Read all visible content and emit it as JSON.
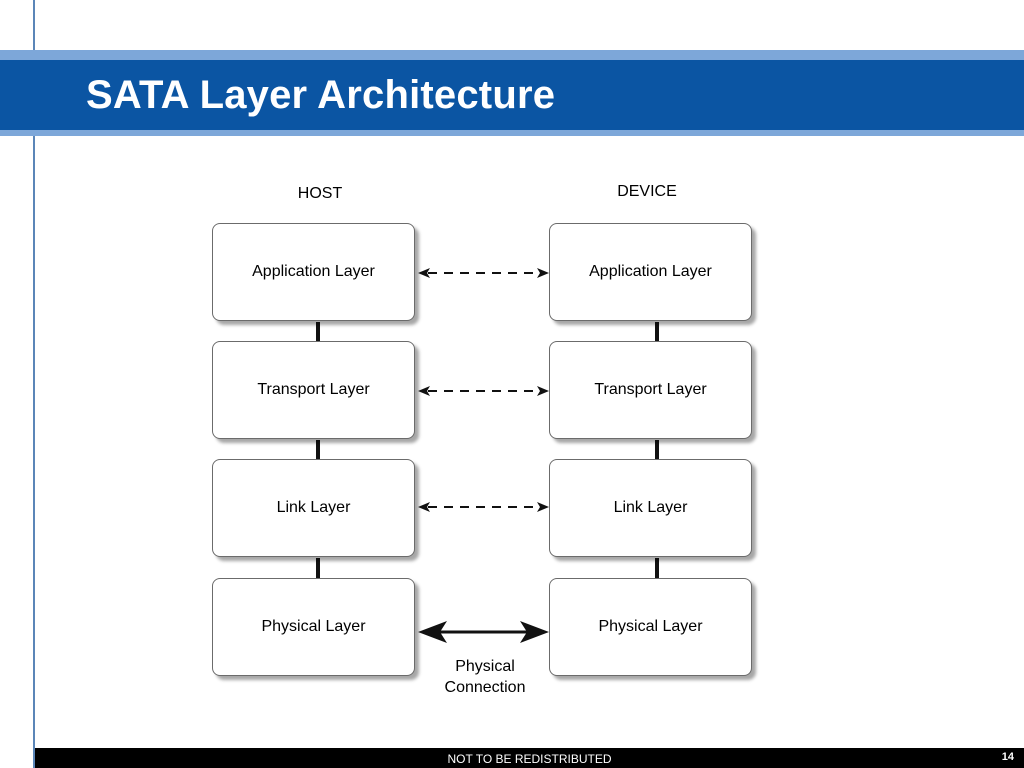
{
  "slide": {
    "title": "SATA Layer Architecture"
  },
  "diagram": {
    "host_label": "HOST",
    "device_label": "DEVICE",
    "host_layers": [
      "Application Layer",
      "Transport Layer",
      "Link Layer",
      "Physical Layer"
    ],
    "device_layers": [
      "Application Layer",
      "Transport Layer",
      "Link Layer",
      "Physical Layer"
    ],
    "physical_connection_line1": "Physical",
    "physical_connection_line2": "Connection"
  },
  "footer": {
    "notice": "NOT TO BE REDISTRIBUTED",
    "page_number": "14"
  },
  "colors": {
    "header_blue": "#0b55a3",
    "header_light_blue": "#7da7d9",
    "footer": "#000000"
  }
}
